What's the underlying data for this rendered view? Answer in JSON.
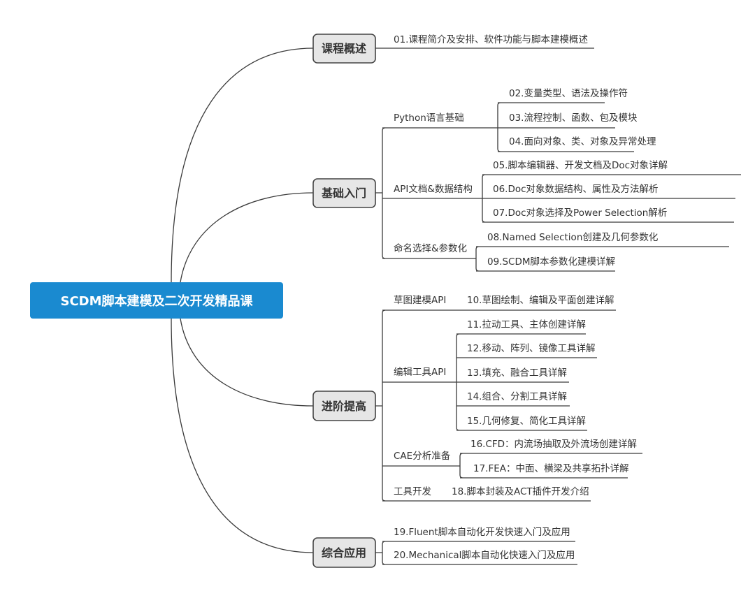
{
  "root": {
    "title": "SCDM脚本建模及二次开发精品课",
    "color": "#1a8ad0"
  },
  "sections": [
    {
      "title": "课程概述",
      "leaf": "01.课程简介及安排、软件功能与脚本建模概述"
    },
    {
      "title": "基础入门",
      "groups": [
        {
          "title": "Python语言基础",
          "items": [
            "02.变量类型、语法及操作符",
            "03.流程控制、函数、包及模块",
            "04.面向对象、类、对象及异常处理"
          ]
        },
        {
          "title": "API文档&数据结构",
          "items": [
            "05.脚本编辑器、开发文档及Doc对象详解",
            "06.Doc对象数据结构、属性及方法解析",
            "07.Doc对象选择及Power Selection解析"
          ]
        },
        {
          "title": "命名选择&参数化",
          "items": [
            "08.Named Selection创建及几何参数化",
            "09.SCDM脚本参数化建模详解"
          ]
        }
      ]
    },
    {
      "title": "进阶提高",
      "groups": [
        {
          "title": "草图建模API",
          "items": [
            "10.草图绘制、编辑及平面创建详解"
          ]
        },
        {
          "title": "编辑工具API",
          "items": [
            "11.拉动工具、主体创建详解",
            "12.移动、阵列、镜像工具详解",
            "13.填充、融合工具详解",
            "14.组合、分割工具详解",
            "15.几何修复、简化工具详解"
          ]
        },
        {
          "title": "CAE分析准备",
          "items": [
            "16.CFD：内流场抽取及外流场创建详解",
            "17.FEA：中面、横梁及共享拓扑详解"
          ]
        },
        {
          "title": "工具开发",
          "items": [
            "18.脚本封装及ACT插件开发介绍"
          ]
        }
      ]
    },
    {
      "title": "综合应用",
      "items": [
        "19.Fluent脚本自动化开发快速入门及应用",
        "20.Mechanical脚本自动化快速入门及应用"
      ]
    }
  ]
}
